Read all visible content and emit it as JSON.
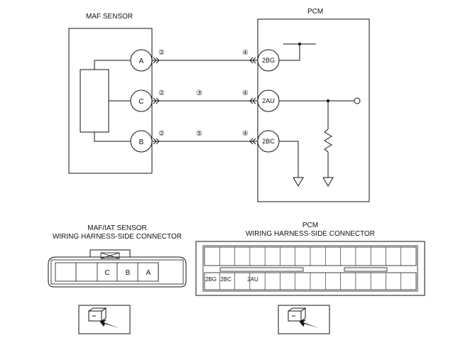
{
  "sensor_box_title": "MAF SENSOR",
  "pcm_box_title": "PCM",
  "sensor_pins": [
    "A",
    "C",
    "B"
  ],
  "pcm_terminals": [
    "2BG",
    "2AU",
    "2BC"
  ],
  "connector_note": "②",
  "pcm_connector_note": "④",
  "wire_c_note": "③",
  "wire_b_note": "⑤",
  "maf_connector": {
    "title_line1": "MAF/IAT SENSOR",
    "title_line2": "WIRING HARNESS-SIDE CONNECTOR",
    "pins": [
      "",
      "",
      "C",
      "B",
      "A"
    ]
  },
  "pcm_connector": {
    "title_line1": "PCM",
    "title_line2": "WIRING HARNESS-SIDE CONNECTOR",
    "pin_labels": [
      "2BG",
      "2BC",
      "2AU"
    ]
  }
}
